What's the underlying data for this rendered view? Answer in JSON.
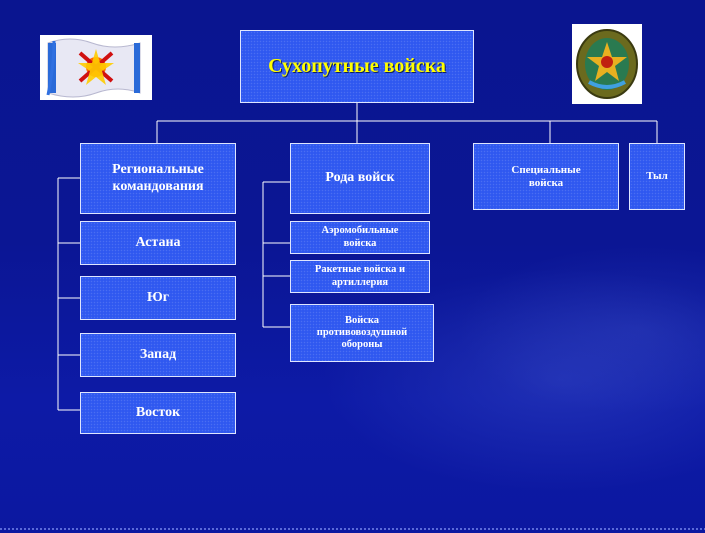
{
  "title": "Сухопутные войска",
  "branches": {
    "regional": "Региональные командования",
    "troops": "Рода войск",
    "special": "Специальные войска",
    "rear": "Тыл"
  },
  "regional_commands": [
    "Астана",
    "Юг",
    "Запад",
    "Восток"
  ],
  "troop_types": [
    "Аэромобильные войска",
    "Ракетные войска и артиллерия",
    "Войска противовоздушной обороны"
  ],
  "colors": {
    "background": "#0b1694",
    "box": "#2f58f0",
    "title_text": "#ffff00",
    "line": "#ffffff"
  },
  "icons": {
    "flag": "flag-icon",
    "emblem": "emblem-icon"
  }
}
